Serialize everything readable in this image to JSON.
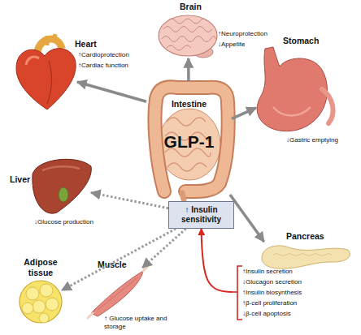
{
  "diagram": {
    "nodes": [
      {
        "text": [
          "Brain",
          "↑Neuroprotection",
          "↓Appetite"
        ]
      },
      {
        "text": [
          "Heart",
          "↑Cardioprotection",
          "↑Cardiac function"
        ]
      },
      {
        "text": [
          "Intestine",
          "GLP-1"
        ]
      },
      {
        "text": [
          "Stomach",
          "↓Gastric emptying"
        ]
      },
      {
        "text": [
          "Liver",
          "↓Glucose production"
        ]
      },
      {
        "text": [
          "↑ Insulin sensitivity"
        ]
      },
      {
        "text": [
          "Pancreas",
          "↑Insulin secretion",
          "↓Glucagon secretion",
          "↑Insulin biosynthesis",
          "↑β-cell proliferation",
          "↓β-cell apoptosis"
        ]
      },
      {
        "text": [
          "Adipose tissue"
        ]
      },
      {
        "text": [
          "Muscle",
          "↑ Glucose uptake and storage"
        ]
      }
    ],
    "edges": [
      {
        "from": 2,
        "to": 0,
        "arrow": "to"
      },
      {
        "from": 2,
        "to": 1,
        "arrow": "to"
      },
      {
        "from": 2,
        "to": 3,
        "arrow": "to"
      },
      {
        "from": 2,
        "to": 6,
        "arrow": "to"
      },
      {
        "from": 6,
        "to": 5,
        "arrow": "to"
      },
      {
        "from": 5,
        "to": 4,
        "arrow": "to"
      },
      {
        "from": 5,
        "to": 7,
        "arrow": "to"
      },
      {
        "from": 5,
        "to": 8,
        "arrow": "to"
      }
    ]
  }
}
